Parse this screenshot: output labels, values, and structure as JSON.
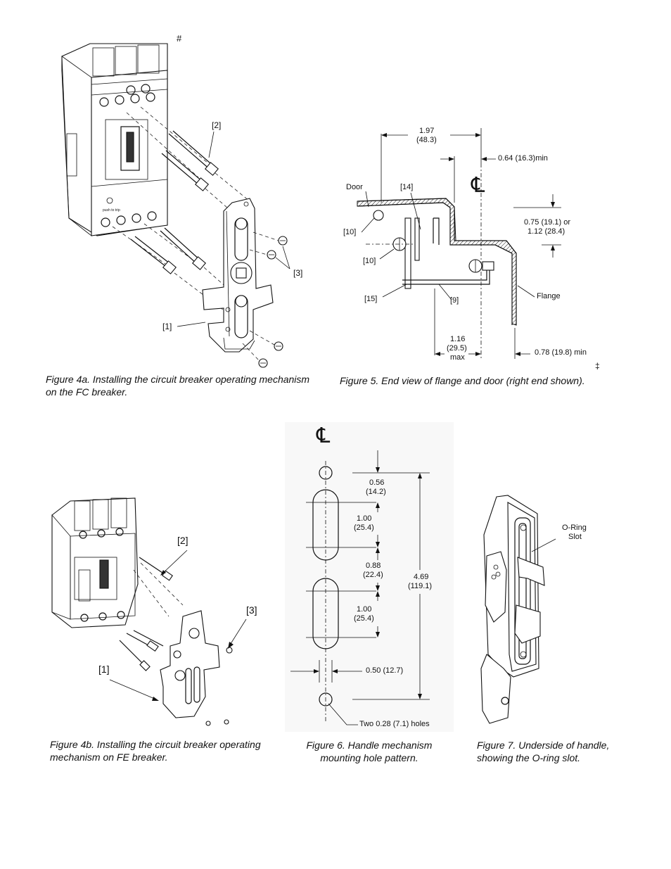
{
  "page": {
    "stray_mark_top": "#",
    "stray_mark_fig5": "‡"
  },
  "fig4a": {
    "caption": "Figure 4a. Installing the circuit breaker operating mechanism\non the FC breaker.",
    "callout_1": "[1]",
    "callout_2": "[2]",
    "callout_3": "[3]"
  },
  "fig5": {
    "caption": "Figure 5. End view of flange and door (right end shown).",
    "dim_197_a": "1.97",
    "dim_197_b": "(48.3)",
    "dim_064": "0.64 (16.3)min",
    "dim_075_a": "0.75 (19.1) or",
    "dim_075_b": "1.12 (28.4)",
    "dim_116_a": "1.16",
    "dim_116_b": "(29.5)",
    "dim_116_c": "max",
    "dim_078": "0.78 (19.8) min",
    "label_door": "Door",
    "label_flange": "Flange",
    "callout_14": "[14]",
    "callout_10a": "[10]",
    "callout_10b": "[10]",
    "callout_15": "[15]",
    "callout_9": "[9]",
    "centerline": "℄"
  },
  "fig4b": {
    "caption": "Figure 4b.  Installing the circuit breaker operating\nmechanism on FE breaker.",
    "callout_1": "[1]",
    "callout_2": "[2]",
    "callout_3": "[3]"
  },
  "fig6": {
    "caption": "Figure 6. Handle mechanism\nmounting hole pattern.",
    "centerline": "℄",
    "dim_056_a": "0.56",
    "dim_056_b": "(14.2)",
    "dim_100a_a": "1.00",
    "dim_100a_b": "(25.4)",
    "dim_088_a": "0.88",
    "dim_088_b": "(22.4)",
    "dim_100b_a": "1.00",
    "dim_100b_b": "(25.4)",
    "dim_469_a": "4.69",
    "dim_469_b": "(119.1)",
    "dim_050": "0.50 (12.7)",
    "holes_note": "Two 0.28 (7.1) holes"
  },
  "fig7": {
    "caption": "Figure 7. Underside of handle,\nshowing the O-ring slot.",
    "label_oring_a": "O-Ring",
    "label_oring_b": "Slot"
  }
}
